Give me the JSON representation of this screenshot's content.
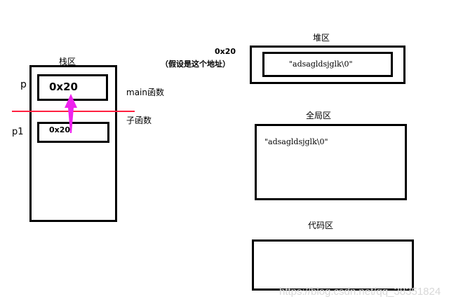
{
  "stack": {
    "title": "栈区",
    "p_label": "p",
    "p_value": "0x20",
    "p1_label": "p1",
    "p1_value": "0x20",
    "main_label": "main函数",
    "sub_label": "子函数"
  },
  "address_note": {
    "address": "0x20",
    "note": "（假设是这个地址）"
  },
  "heap": {
    "title": "堆区",
    "value": "\"adsagldsjglk\\0\""
  },
  "global": {
    "title": "全局区",
    "value": "\"adsagldsjglk\\0\""
  },
  "code": {
    "title": "代码区"
  },
  "watermark": "https://blog.csdn.net/qq_38351824",
  "colors": {
    "divider": "#ff2040",
    "arrow": "#ee22ee"
  }
}
